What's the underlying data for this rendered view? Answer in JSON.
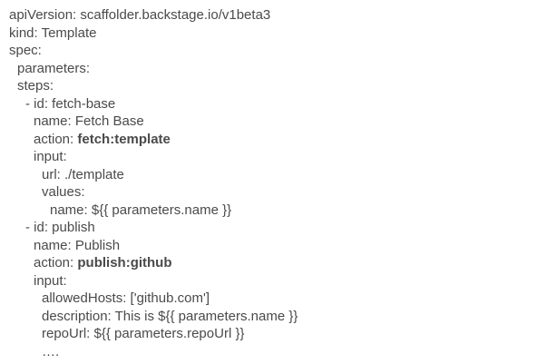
{
  "lines": [
    {
      "key": "apiVersion:",
      "value": " scaffolder.backstage.io/v1beta3"
    },
    {
      "key": "kind:",
      "value": " Template"
    },
    {
      "key": "spec:",
      "value": ""
    },
    {
      "key": "parameters:",
      "value": ""
    },
    {
      "key": "steps:",
      "value": ""
    },
    {
      "key": "- id:",
      "value": " fetch-base"
    },
    {
      "key": "name:",
      "value": " Fetch Base"
    },
    {
      "key": "action:",
      "value": "fetch:template"
    },
    {
      "key": "input:",
      "value": ""
    },
    {
      "key": "url:",
      "value": " ./template"
    },
    {
      "key": "values:",
      "value": ""
    },
    {
      "key": "name:",
      "value": " ${{ parameters.name }}"
    },
    {
      "key": "- id:",
      "value": " publish"
    },
    {
      "key": "name:",
      "value": " Publish"
    },
    {
      "key": "action:",
      "value": "publish:github"
    },
    {
      "key": "input:",
      "value": ""
    },
    {
      "key": "allowedHosts:",
      "value": " ['github.com']"
    },
    {
      "key": "description:",
      "value": " This is ${{ parameters.name }}"
    },
    {
      "key": "repoUrl:",
      "value": " ${{ parameters.repoUrl }}"
    },
    {
      "key": "….",
      "value": ""
    }
  ]
}
